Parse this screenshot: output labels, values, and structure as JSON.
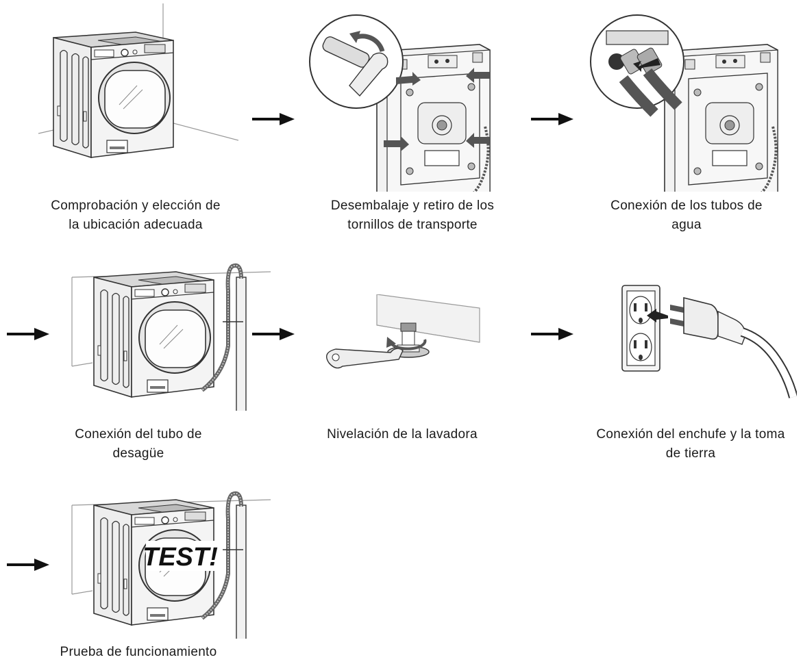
{
  "steps": [
    {
      "caption_l1": "Comprobación y elección de",
      "caption_l2": "la ubicación adecuada"
    },
    {
      "caption_l1": "Desembalaje y retiro de los",
      "caption_l2": "tornillos de transporte"
    },
    {
      "caption_l1": "Conexión de los tubos de",
      "caption_l2": "agua"
    },
    {
      "caption_l1": "Conexión del tubo de",
      "caption_l2": "desagüe"
    },
    {
      "caption_l1": "Nivelación de la lavadora",
      "caption_l2": ""
    },
    {
      "caption_l1": "Conexión del enchufe y la toma",
      "caption_l2": "de tierra"
    },
    {
      "caption_l1": "Prueba de funcionamiento",
      "caption_l2": ""
    }
  ],
  "test_label": "TEST!",
  "colors": {
    "line": "#333333",
    "fill": "#d9d9d9",
    "dark": "#555555",
    "arrow": "#111111"
  }
}
